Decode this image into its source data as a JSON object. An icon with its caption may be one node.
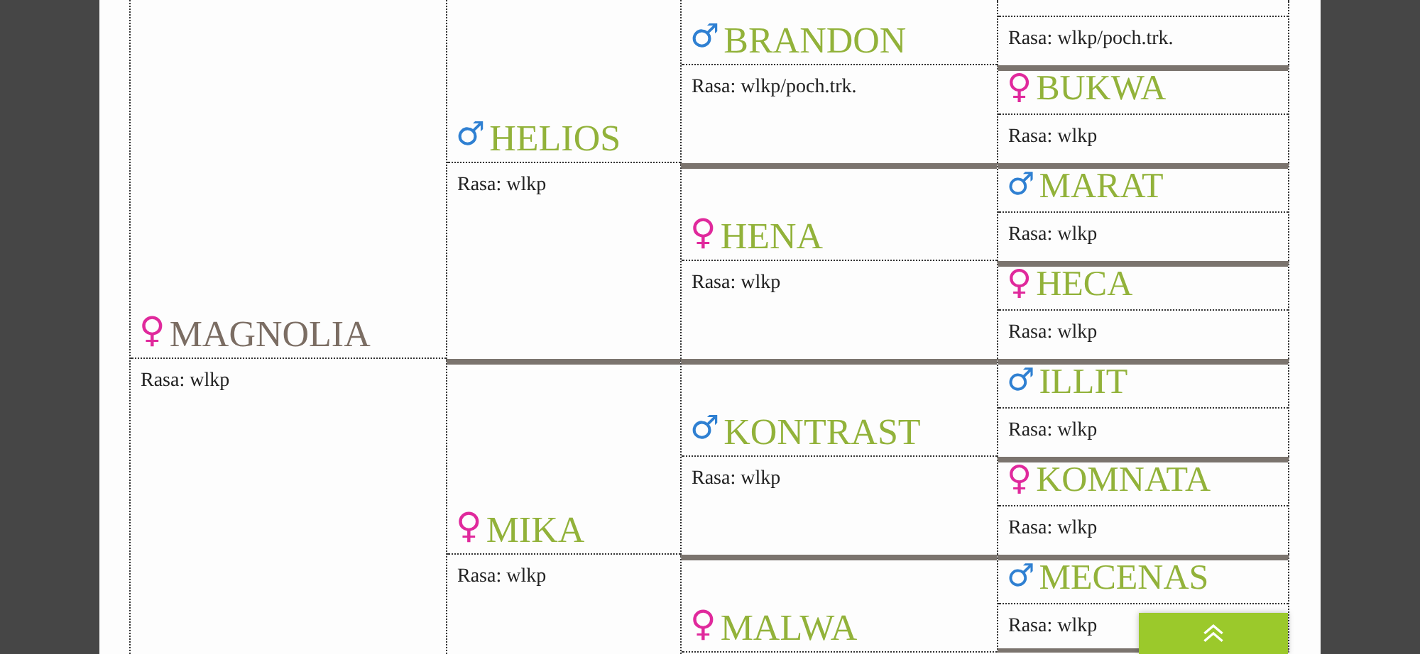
{
  "diagram": {
    "nodes": [
      {
        "text": [
          "♀",
          "MAGNOLIA",
          "Rasa: wlkp"
        ]
      },
      {
        "text": [
          "♂",
          "HELIOS",
          "Rasa: wlkp"
        ]
      },
      {
        "text": [
          "♂",
          "BRANDON",
          "Rasa: wlkp/poch.trk."
        ]
      },
      {
        "text": [
          "Rasa: wlkp/poch.trk."
        ]
      },
      {
        "text": [
          "♀",
          "BUKWA",
          "Rasa: wlkp"
        ]
      },
      {
        "text": [
          "♀",
          "HENA",
          "Rasa: wlkp"
        ]
      },
      {
        "text": [
          "♂",
          "MARAT",
          "Rasa: wlkp"
        ]
      },
      {
        "text": [
          "♀",
          "HECA",
          "Rasa: wlkp"
        ]
      },
      {
        "text": [
          "♀",
          "MIKA",
          "Rasa: wlkp"
        ]
      },
      {
        "text": [
          "♂",
          "KONTRAST",
          "Rasa: wlkp"
        ]
      },
      {
        "text": [
          "♂",
          "ILLIT",
          "Rasa: wlkp"
        ]
      },
      {
        "text": [
          "♀",
          "KOMNATA",
          "Rasa: wlkp"
        ]
      },
      {
        "text": [
          "♀",
          "MALWA"
        ]
      },
      {
        "text": [
          "♂",
          "MECENAS",
          "Rasa: wlkp"
        ]
      }
    ]
  }
}
